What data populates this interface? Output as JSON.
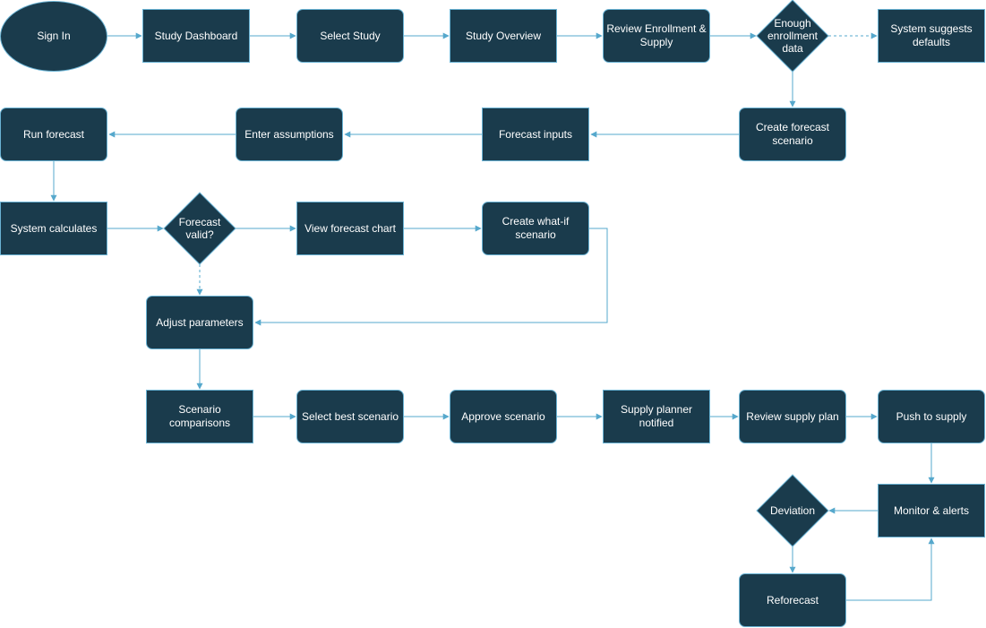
{
  "diagram": {
    "colors": {
      "node_fill": "#1a3b4c",
      "node_stroke": "#6ab3d4",
      "edge": "#56a8cc",
      "text": "#ffffff"
    },
    "nodes": {
      "sign_in": "Sign In",
      "study_dashboard": "Study Dashboard",
      "select_study": "Select Study",
      "study_overview": "Study Overview",
      "review_enrollment": "Review Enrollment &\nSupply",
      "enough_data": "Enough\nenrollment\ndata",
      "system_defaults": "System suggests\ndefaults",
      "create_scenario": "Create forecast\nscenario",
      "forecast_inputs": "Forecast inputs",
      "enter_assumptions": "Enter assumptions",
      "run_forecast": "Run forecast",
      "system_calculates": "System calculates",
      "forecast_valid": "Forecast\nvalid?",
      "view_chart": "View forecast chart",
      "create_whatif": "Create what-if\nscenario",
      "adjust_parameters": "Adjust parameters",
      "scenario_comparisons": "Scenario\ncomparisons",
      "select_best": "Select best scenario",
      "approve_scenario": "Approve scenario",
      "planner_notified": "Supply planner\nnotified",
      "review_supply": "Review supply plan",
      "push_supply": "Push to supply",
      "monitor_alerts": "Monitor & alerts",
      "deviation": "Deviation",
      "reforecast": "Reforecast"
    }
  }
}
